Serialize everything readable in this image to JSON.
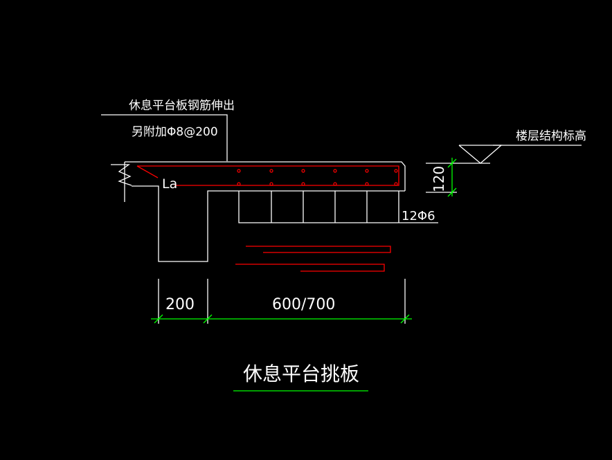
{
  "annotations": {
    "rebar_note_line1": "休息平台板钢筋伸出",
    "rebar_note_line2": "另附加Φ8@200",
    "floor_level_label": "楼层结构标高",
    "anchorage_label": "La",
    "bar_count_label": "12Φ6",
    "slab_thickness": "120",
    "dim_support": "200",
    "dim_cantilever": "600/700"
  },
  "title": "休息平台挑板",
  "colors": {
    "background": "#000000",
    "outline": "#ffffff",
    "rebar": "#ff0000",
    "dimension": "#00ff00"
  }
}
